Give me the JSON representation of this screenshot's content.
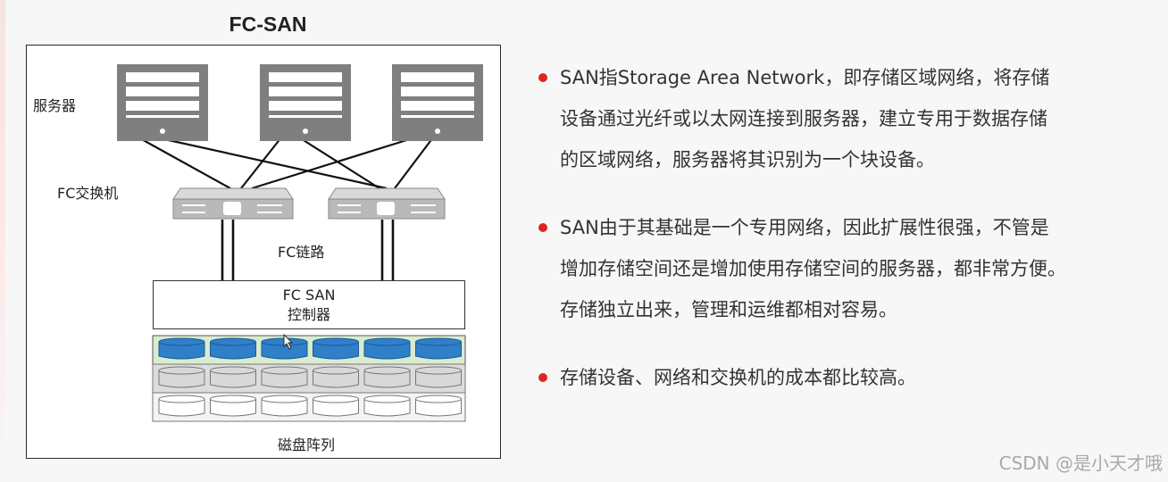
{
  "diagram": {
    "title": "FC-SAN",
    "labels": {
      "servers": "服务器",
      "fc_switch": "FC交换机",
      "fc_link": "FC链路",
      "controller_line1": "FC SAN",
      "controller_line2": "控制器",
      "disk_array": "磁盘阵列"
    },
    "disk_rows": [
      {
        "row": "top",
        "fill": "#2f7fc9"
      },
      {
        "row": "middle",
        "fill": "#d8d8d8"
      },
      {
        "row": "bottom",
        "fill": "#ffffff"
      }
    ]
  },
  "bullets": [
    {
      "lines": [
        "SAN指Storage Area Network，即存储区域网络，将存储",
        "设备通过光纤或以太网连接到服务器，建立专用于数据存储",
        "的区域网络，服务器将其识别为一个块设备。"
      ]
    },
    {
      "lines": [
        "SAN由于其基础是一个专用网络，因此扩展性很强，不管是",
        "增加存储空间还是增加使用存储空间的服务器，都非常方便。",
        "存储独立出来，管理和运维都相对容易。"
      ]
    },
    {
      "lines": [
        "存储设备、网络和交换机的成本都比较高。"
      ]
    }
  ],
  "colors": {
    "bullet_dot": "#e02424",
    "server_body": "#7f7f7f",
    "switch_body": "#b9b9b9"
  },
  "watermark": "CSDN @是小天才哦"
}
